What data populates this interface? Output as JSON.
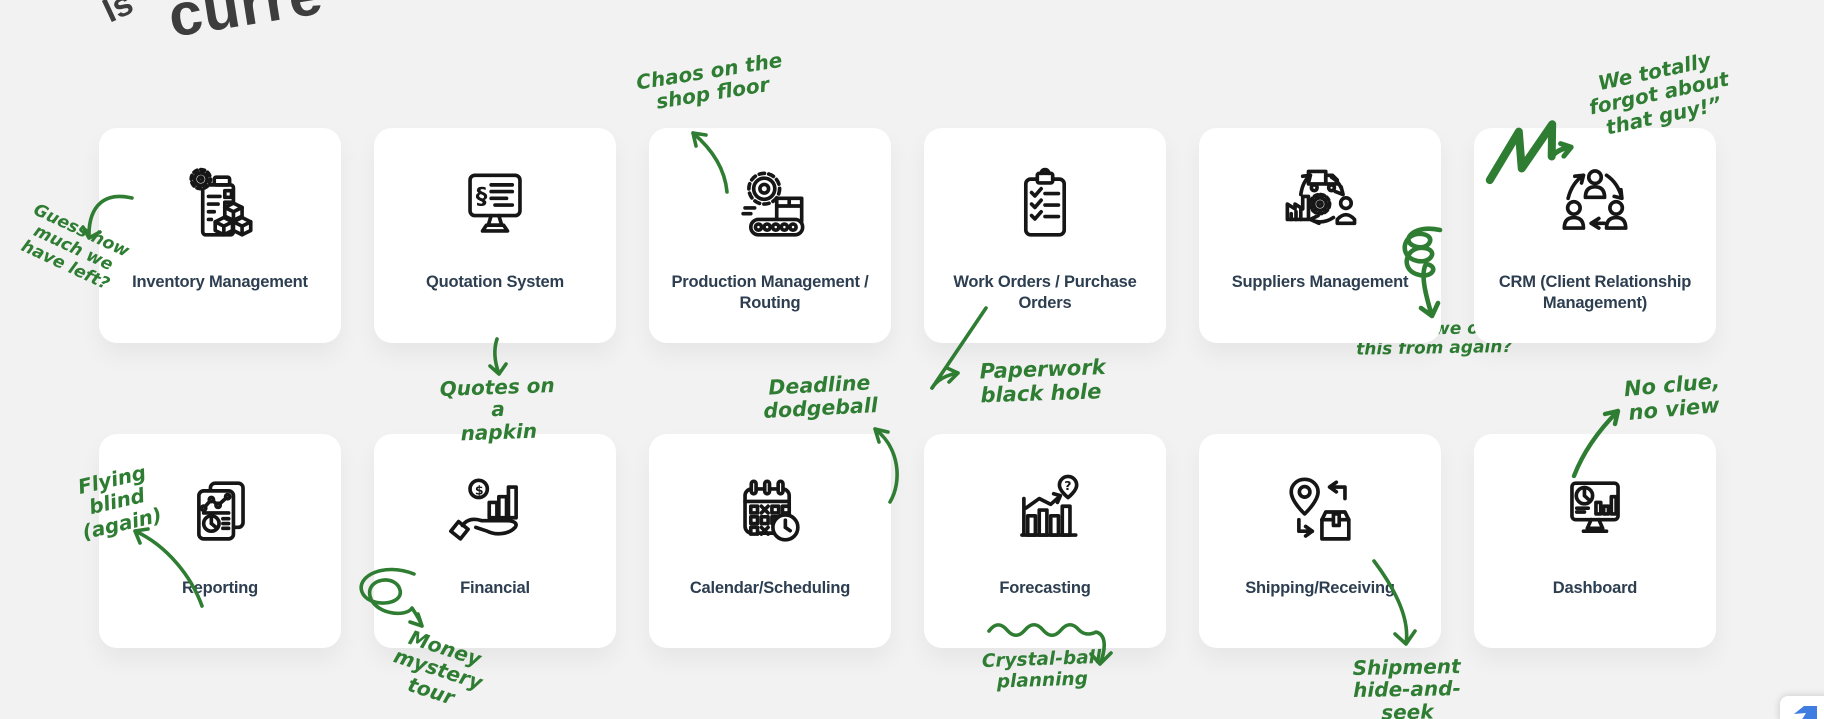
{
  "colors": {
    "bg": "#f2f2f2",
    "card": "#ffffff",
    "title": "#2d3e50",
    "green": "#2e7d32",
    "ink": "#161616",
    "heading": "#3d3d3d"
  },
  "heading": {
    "fragment_a": "Is",
    "fragment_b": "curre"
  },
  "cards": [
    {
      "label": "Inventory Management"
    },
    {
      "label": "Quotation System"
    },
    {
      "label": "Production Management / Routing"
    },
    {
      "label": "Work Orders / Purchase Orders"
    },
    {
      "label": "Suppliers Management"
    },
    {
      "label": "CRM (Client Relationship Management)"
    },
    {
      "label": "Reporting"
    },
    {
      "label": "Financial"
    },
    {
      "label": "Calendar/Scheduling"
    },
    {
      "label": "Forecasting"
    },
    {
      "label": "Shipping/Receiving"
    },
    {
      "label": "Dashboard"
    }
  ],
  "annotations": {
    "guess": {
      "text": "Guess how\nmuch we\nhave left?"
    },
    "chaos": {
      "text": "Chaos on the\nshop floor"
    },
    "quotes": {
      "text": "Quotes on a\nnapkin"
    },
    "deadline": {
      "text": "Deadline\ndodgeball"
    },
    "paperwork": {
      "text": "Paperwork\nblack hole"
    },
    "who": {
      "text": "Who do we order\nthis from again?"
    },
    "forgot": {
      "text": "We totally\nforgot about\nthat guy!”"
    },
    "noclue": {
      "text": "No clue,\nno view"
    },
    "flying": {
      "text": "Flying blind\n(again)"
    },
    "money": {
      "text": "Money\nmystery tour"
    },
    "crystal": {
      "text": "Crystal-ball\nplanning"
    },
    "shipment": {
      "text": "Shipment\nhide-and-seek"
    }
  }
}
